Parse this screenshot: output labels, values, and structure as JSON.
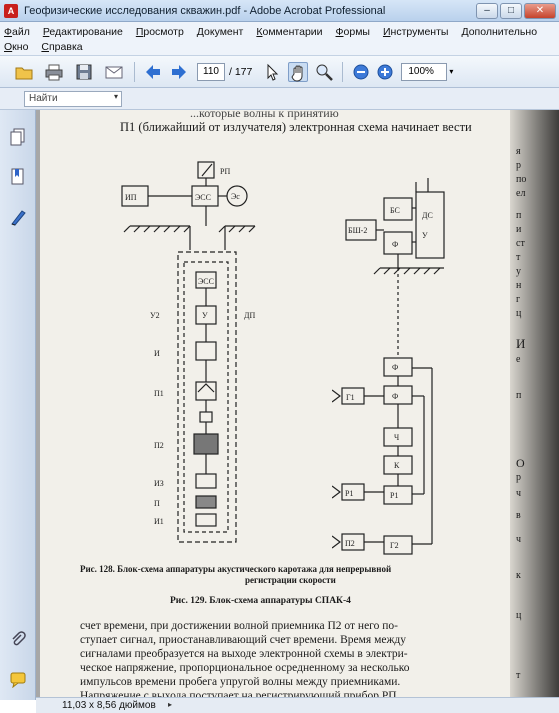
{
  "window": {
    "title": "Геофизические исследования скважин.pdf - Adobe Acrobat Professional",
    "minimize": "–",
    "maximize": "□",
    "close": "✕"
  },
  "menu": {
    "row1": [
      "Файл",
      "Редактирование",
      "Просмотр",
      "Документ",
      "Комментарии",
      "Формы",
      "Инструменты",
      "Дополнительно"
    ],
    "row2": [
      "Окно",
      "Справка"
    ]
  },
  "toolbar": {
    "page_current": "110",
    "page_total": "/ 177",
    "zoom": "100%",
    "zoom_arrow": "▾"
  },
  "findbar": {
    "placeholder": "Найти",
    "arrow": "▾"
  },
  "document": {
    "top_line1": "...которые волны к принятию",
    "top_line2": "П1 (ближайший от излучателя) электронная схема начинает вести",
    "fig128_caption_1": "Рис. 128. Блок-схема аппаратуры акустического каротажа для непрерывной",
    "fig128_caption_2": "регистрации скорости",
    "fig129_caption": "Рис. 129. Блок-схема аппаратуры СПАК-4",
    "body_lines": [
      "счет времени, при достижении волной приемника П2 от него по-",
      "ступает сигнал, приостанавливающий счет времени. Время между",
      "сигналами преобразуется на выходе электронной схемы в электри-",
      "ческое напряжение, пропорциональное осредненному за несколько",
      "импульсов времени пробега упругой волны между приемниками.",
      "Напряжение с выхода поступает на регистрирующий прибор РП."
    ],
    "left_labels": [
      "ИП",
      "ЭСС",
      "Эс",
      "РП",
      "ЭСС",
      "У2",
      "ДП",
      "У",
      "И",
      "П1",
      "П2",
      "ИЗ",
      "П",
      "И1"
    ],
    "right_labels": [
      "ДС",
      "БС",
      "БШ-2",
      "Ф",
      "Ф",
      "Ф",
      "У",
      "Ч",
      "К",
      "Р1",
      "Р1",
      "Г2",
      "П2",
      "Г1"
    ],
    "margin_letters": [
      "я",
      "р",
      "по",
      "ел",
      "п",
      "и",
      "ст",
      "т",
      "у",
      "н",
      "г",
      "ц",
      "И",
      "е",
      "п",
      "О",
      "р",
      "ч",
      "в",
      "ч",
      "к",
      "ц",
      "т"
    ]
  },
  "status": {
    "page_size": "11,03 x 8,56 дюймов",
    "arrow": "▸"
  }
}
